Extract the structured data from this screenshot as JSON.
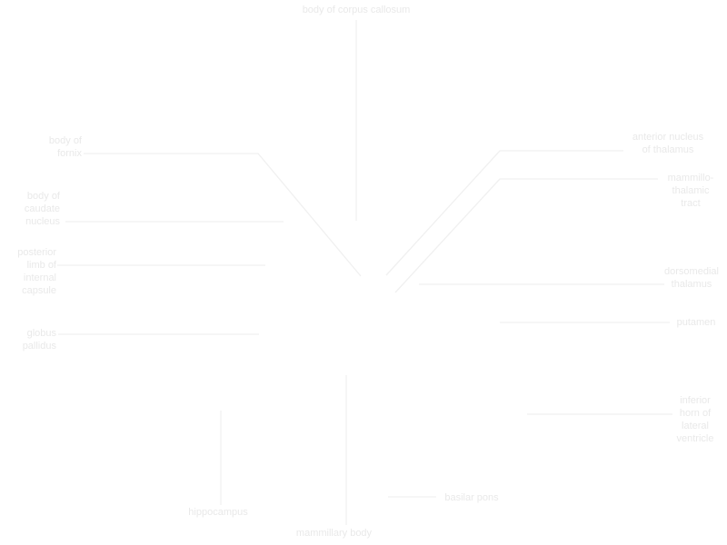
{
  "labels": {
    "corpus_callosum": "body of corpus callosum",
    "fornix": "body of\nfornix",
    "caudate": "body of\ncaudate\nnucleus",
    "internal_capsule": "posterior\nlimb of\ninternal\ncapsule",
    "globus_pallidus": "globus\npallidus",
    "hippocampus": "hippocampus",
    "mammillary_body": "mammillary body",
    "basilar_pons": "basilar pons",
    "anterior_nucleus": "anterior nucleus\nof thalamus",
    "mammillothalamic_tract": "mammillo-\nthalamic\ntract",
    "dorsomedial_thalamus": "dorsomedial\nthalamus",
    "putamen": "putamen",
    "inferior_horn": "inferior\nhorn of\nlateral\nventricle"
  }
}
